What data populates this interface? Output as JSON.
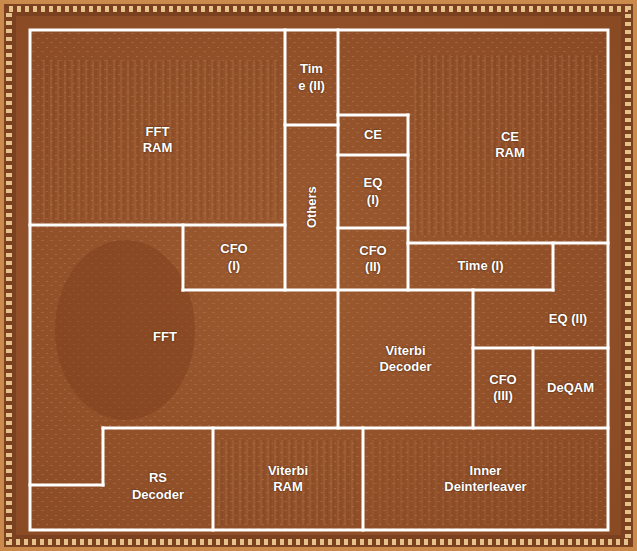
{
  "diagram": {
    "nodes": [
      {
        "text": [
          "FFT RAM"
        ]
      },
      {
        "text": [
          "Time (II)"
        ]
      },
      {
        "text": [
          "CE"
        ]
      },
      {
        "text": [
          "CE RAM"
        ]
      },
      {
        "text": [
          "Others"
        ]
      },
      {
        "text": [
          "EQ (I)"
        ]
      },
      {
        "text": [
          "CFO (I)"
        ]
      },
      {
        "text": [
          "CFO (II)"
        ]
      },
      {
        "text": [
          "Time (I)"
        ]
      },
      {
        "text": [
          "FFT"
        ]
      },
      {
        "text": [
          "EQ (II)"
        ]
      },
      {
        "text": [
          "Viterbi Decoder"
        ]
      },
      {
        "text": [
          "CFO (III)"
        ]
      },
      {
        "text": [
          "DeQAM"
        ]
      },
      {
        "text": [
          "RS Decoder"
        ]
      },
      {
        "text": [
          "Viterbi RAM"
        ]
      },
      {
        "text": [
          "Inner Deinterleaver"
        ]
      }
    ]
  }
}
